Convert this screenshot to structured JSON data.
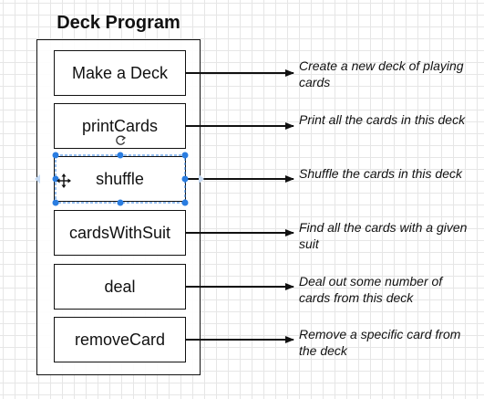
{
  "diagram": {
    "title": "Deck Program",
    "methods": [
      {
        "label": "Make a Deck",
        "description": "Create a new deck of playing cards"
      },
      {
        "label": "printCards",
        "description": "Print all the cards in this deck"
      },
      {
        "label": "shuffle",
        "description": "Shuffle the cards in this deck",
        "selected": true
      },
      {
        "label": "cardsWithSuit",
        "description": "Find all the cards with a given suit"
      },
      {
        "label": "deal",
        "description": "Deal out some number of cards from this deck"
      },
      {
        "label": "removeCard",
        "description": "Remove a specific card from the deck"
      }
    ]
  },
  "colors": {
    "stroke": "#111111",
    "selection": "#2a7de1",
    "grid": "#e6e6e6"
  },
  "icons": [
    "rotate-handle-icon",
    "move-cursor-icon",
    "resize-handle-icon"
  ]
}
